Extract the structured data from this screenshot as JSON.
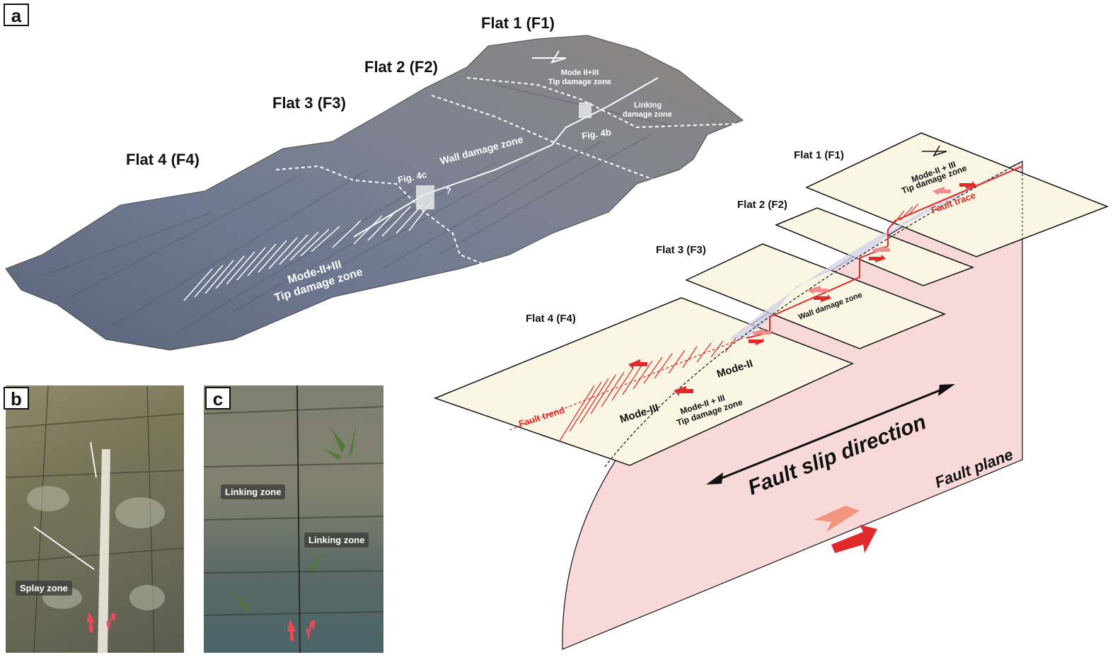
{
  "panels": {
    "a": "a",
    "b": "b",
    "c": "c"
  },
  "photo_a": {
    "flat1": "Flat 1 (F1)",
    "flat2": "Flat 2 (F2)",
    "flat3": "Flat 3 (F3)",
    "flat4": "Flat 4 (F4)",
    "tip_zone_top_l1": "Mode II+III",
    "tip_zone_top_l2": "Tip damage zone",
    "linking_l1": "Linking",
    "linking_l2": "damage zone",
    "fig4b": "Fig. 4b",
    "fig4c": "Fig. 4c",
    "wall_zone": "Wall damage zone",
    "question": "?",
    "tip_zone_bottom_l1": "Mode-II+III",
    "tip_zone_bottom_l2": "Tip damage zone"
  },
  "photo_b": {
    "splay": "Splay zone"
  },
  "photo_c": {
    "linking1": "Linking zone",
    "linking2": "Linking zone"
  },
  "diagram": {
    "flat1": "Flat 1 (F1)",
    "flat2": "Flat 2 (F2)",
    "flat3": "Flat 3 (F3)",
    "flat4": "Flat 4 (F4)",
    "tip_top_l1": "Mode-II + III",
    "tip_top_l2": "Tip damage zone",
    "fault_trace": "Fault trace",
    "wall_zone": "Wall damage zone",
    "mode2": "Mode-II",
    "mode3": "Mode-III",
    "tip_bottom_l1": "Mode-II + III",
    "tip_bottom_l2": "Tip damage zone",
    "fault_trend": "Fault trend",
    "slip_direction": "Fault slip direction",
    "fault_plane": "Fault plane"
  },
  "colors": {
    "fault_red": "#e02a2a",
    "flat_fill": "#fbf5e3",
    "plane_fill": "#f7d9d9",
    "damage_fill": "#cfcfe8"
  }
}
